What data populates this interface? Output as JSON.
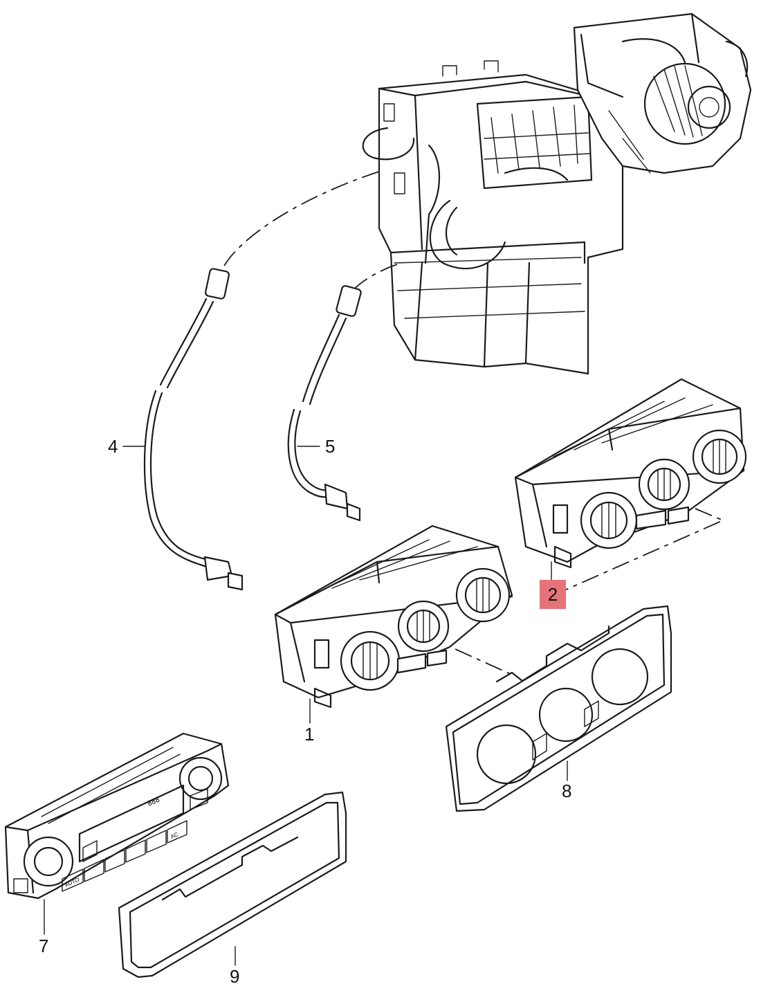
{
  "callouts": {
    "p1": "1",
    "p2": "2",
    "p4": "4",
    "p5": "5",
    "p7": "7",
    "p8": "8",
    "p9": "9"
  },
  "colors": {
    "line": "#1a1a1a",
    "highlight": "#e6737a",
    "background": "#ffffff"
  },
  "panel_7_display": {
    "auto_label": "AUTO",
    "ac_label": "AC",
    "readout": "888"
  }
}
